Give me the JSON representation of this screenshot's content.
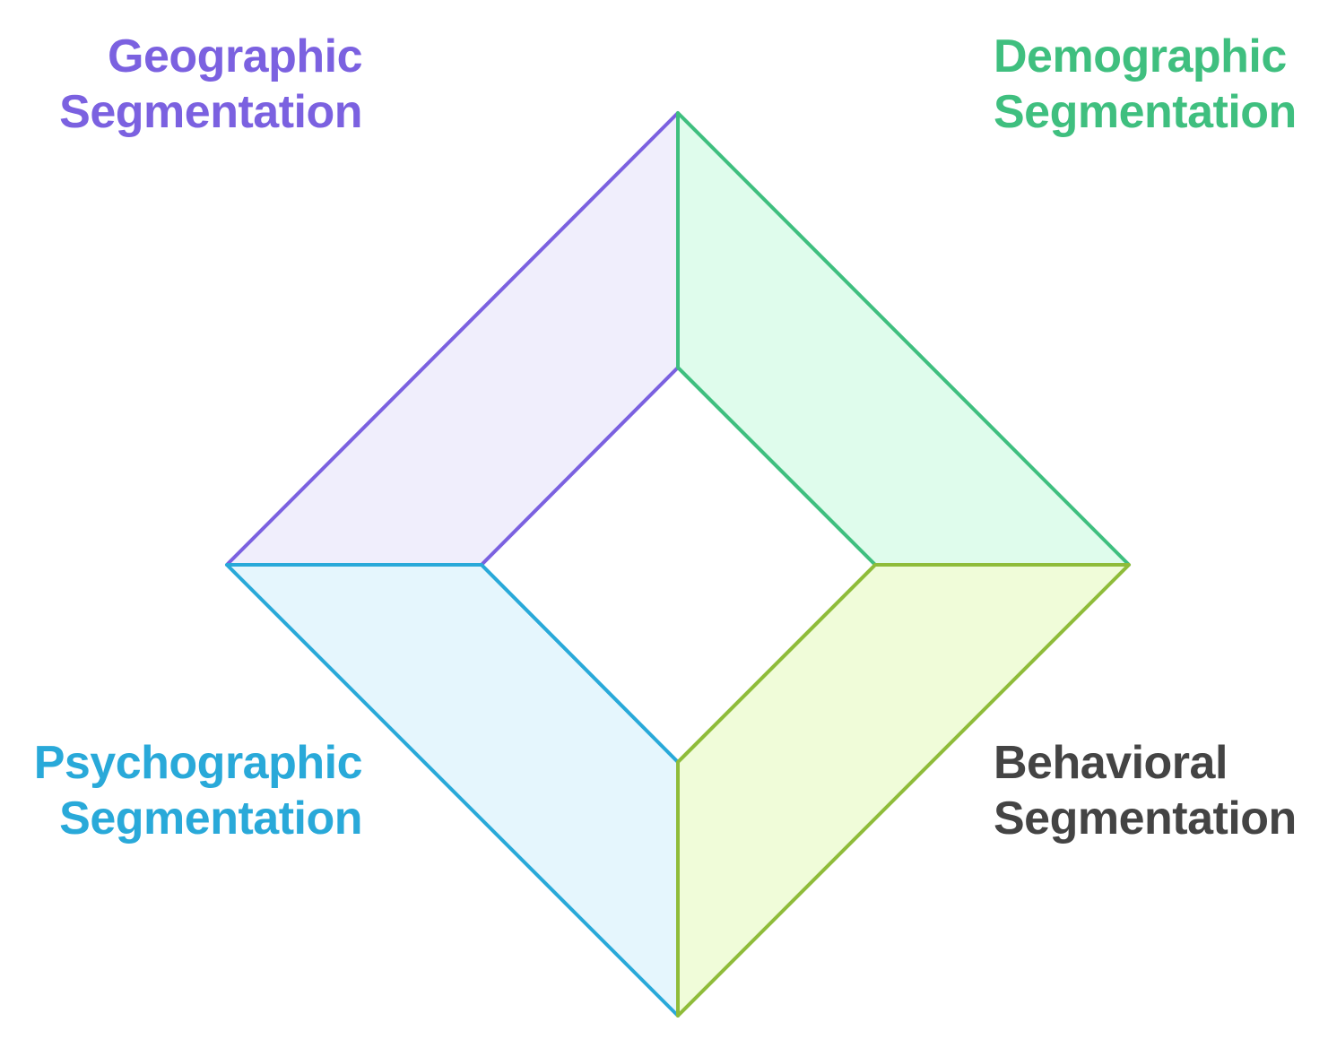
{
  "segments": {
    "geographic": {
      "line1": "Geographic",
      "line2": "Segmentation",
      "color": "#7b61e0",
      "fill": "#f0eefc"
    },
    "demographic": {
      "line1": "Demographic",
      "line2": "Segmentation",
      "color": "#3fbf7f",
      "fill": "#dffcec"
    },
    "psychographic": {
      "line1": "Psychographic",
      "line2": "Segmentation",
      "color": "#29a9d9",
      "fill": "#e5f6fd"
    },
    "behavioral": {
      "line1": "Behavioral",
      "line2": "Segmentation",
      "color": "#444444",
      "fill": "#f0fcd9",
      "stroke": "#8fbc3a"
    }
  }
}
